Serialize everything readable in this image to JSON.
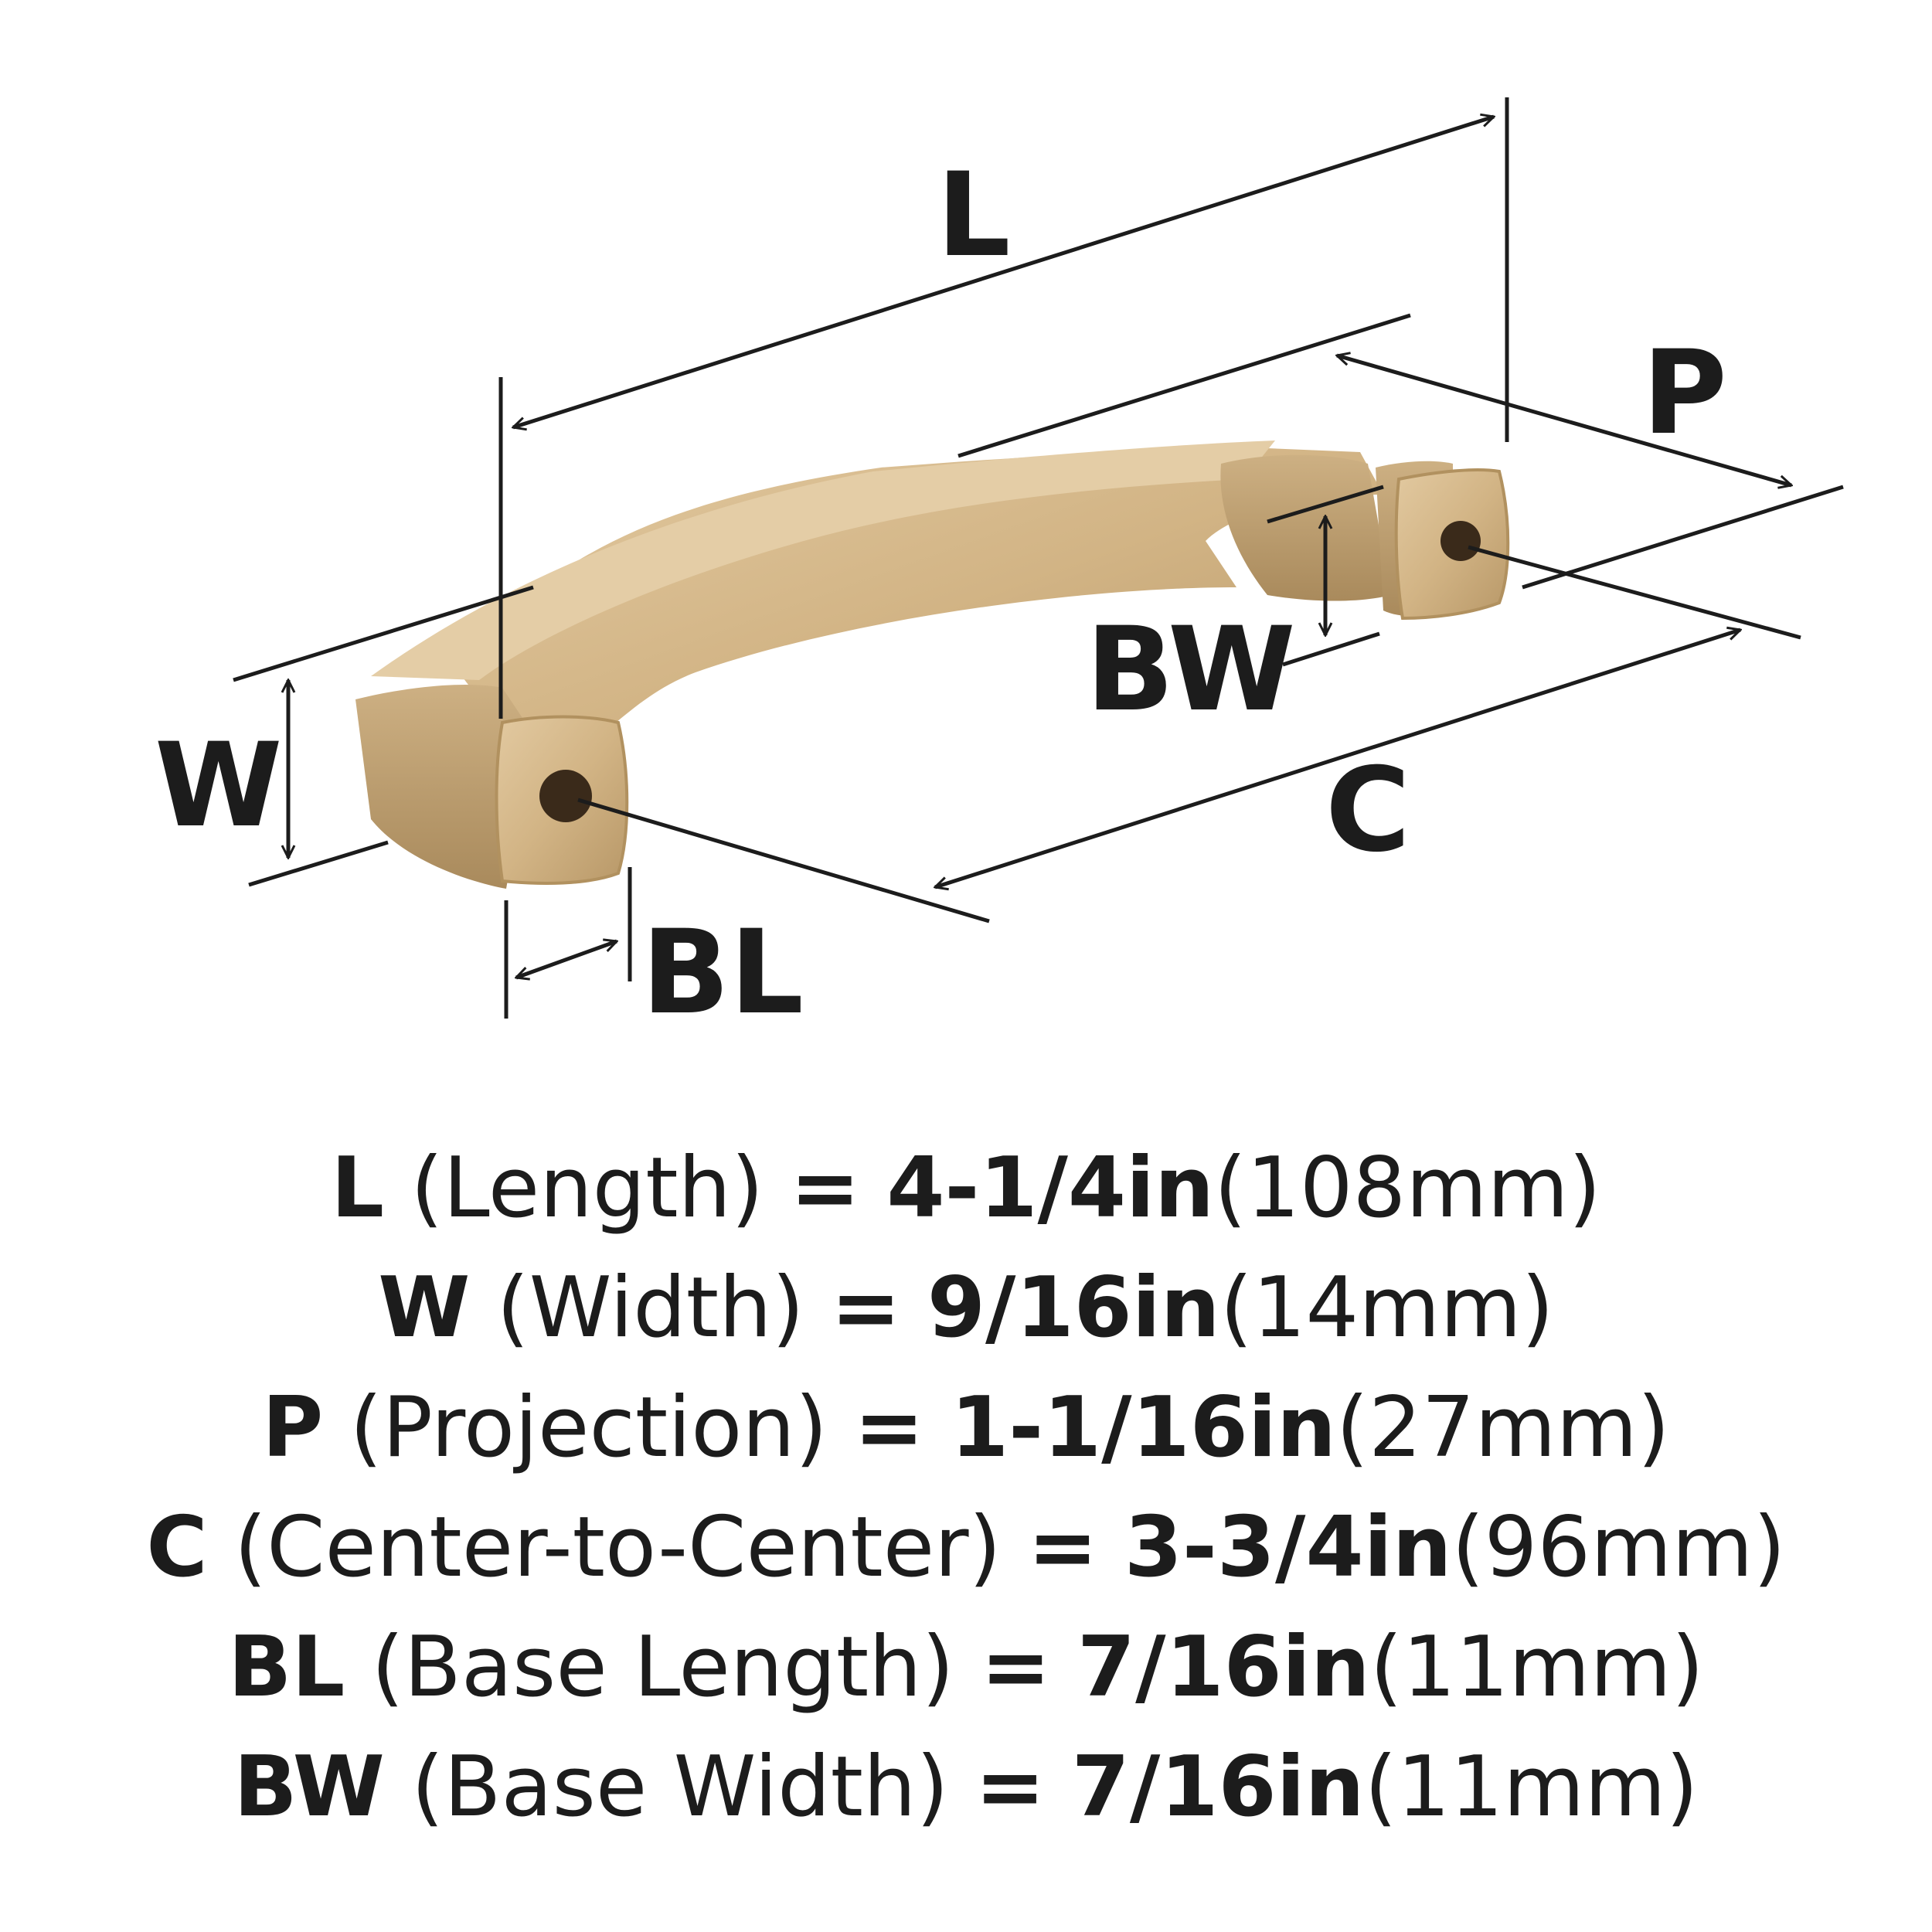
{
  "diagram": {
    "labels": {
      "L": "L",
      "P": "P",
      "BW": "BW",
      "W": "W",
      "C": "C",
      "BL": "BL"
    },
    "finish_color": "#d2b485"
  },
  "specs": [
    {
      "code": "L",
      "name": "(Length)",
      "eq": "=",
      "imperial": "4-1/4in",
      "metric": "(108mm)"
    },
    {
      "code": "W",
      "name": "(Width)",
      "eq": "=",
      "imperial": "9/16in",
      "metric": "(14mm)"
    },
    {
      "code": "P",
      "name": "(Projection)",
      "eq": "=",
      "imperial": "1-1/16in",
      "metric": "(27mm)"
    },
    {
      "code": "C",
      "name": "(Center-to-Center)",
      "eq": "=",
      "imperial": "3-3/4in",
      "metric": "(96mm)"
    },
    {
      "code": "BL",
      "name": "(Base Length)",
      "eq": "=",
      "imperial": "7/16in",
      "metric": "(11mm)"
    },
    {
      "code": "BW",
      "name": "(Base Width)",
      "eq": "=",
      "imperial": "7/16in",
      "metric": "(11mm)"
    }
  ]
}
